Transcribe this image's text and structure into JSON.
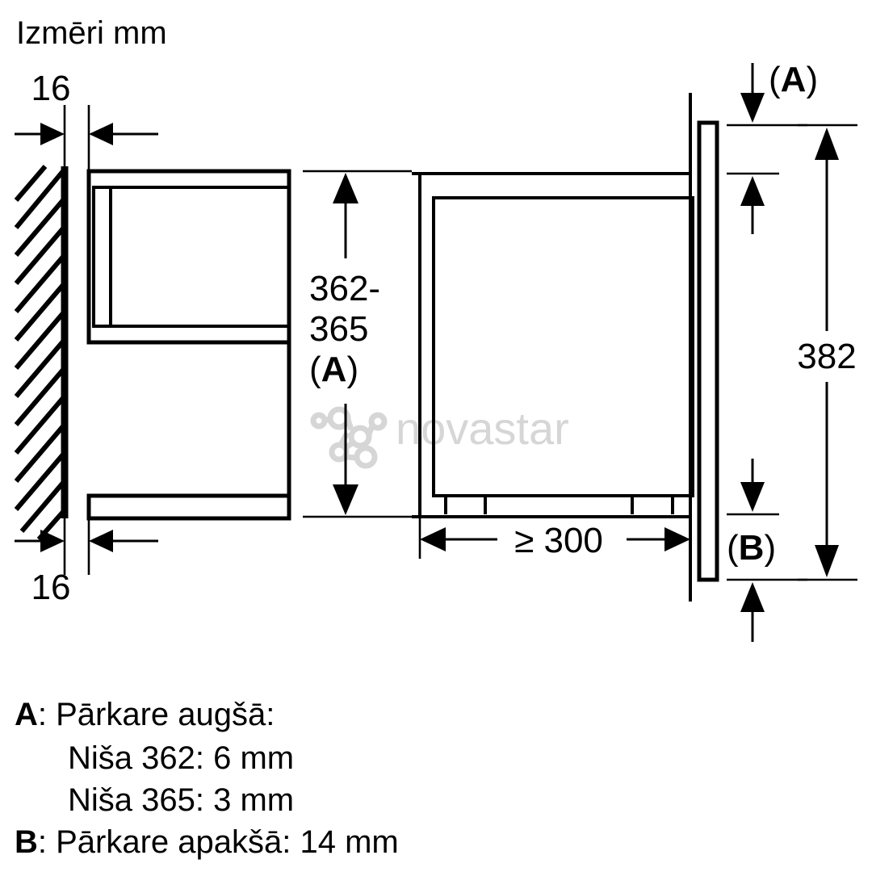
{
  "title": "Izmēri mm",
  "units": "mm",
  "language": "lv",
  "diagram": {
    "type": "technical-installation-drawing",
    "views": [
      {
        "name": "side-view-left",
        "description": "Cabinet niche side section against hatched wall"
      },
      {
        "name": "front-section-right",
        "description": "Appliance in niche with door panel and feet"
      }
    ]
  },
  "dimensions": {
    "wall_gap_top": "16",
    "wall_gap_bottom": "16",
    "niche_height": "362-365",
    "niche_height_ref": "(A)",
    "niche_depth": "≥ 300",
    "appliance_height": "382",
    "ref_a_top": "(A)",
    "ref_b_bottom": "(B)"
  },
  "legend": {
    "a_key": "A",
    "a_colon": ":",
    "a_title": "Pārkare augšā:",
    "a_line1": "Niša 362: 6 mm",
    "a_line2": "Niša 365: 3 mm",
    "b_key": "B",
    "b_colon": ":",
    "b_text": "Pārkare apakšā: 14 mm"
  },
  "watermark": {
    "text": "novastar",
    "logo": "molecule-node-icon",
    "color": "#d6d6d6"
  },
  "colors": {
    "line": "#000000",
    "background": "#ffffff",
    "watermark": "#d6d6d6"
  }
}
